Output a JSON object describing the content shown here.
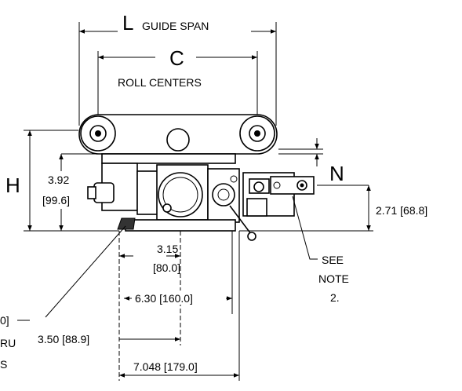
{
  "labels": {
    "L": "L",
    "guide_span": "GUIDE SPAN",
    "C": "C",
    "roll_centers": "ROLL CENTERS",
    "H": "H",
    "N": "N",
    "dim_3_92": "3.92",
    "dim_99_6": "[99.6]",
    "dim_2_71": "2.71 [68.8]",
    "dim_3_15": "3.15",
    "dim_80_0": "[80.0]",
    "dim_6_30": "6.30 [160.0]",
    "dim_3_50": "3.50 [88.9]",
    "dim_7_048": "7.048 [179.0]",
    "see": "SEE",
    "note": "NOTE",
    "note_num": "2.",
    "left_callout_1": "0]",
    "left_callout_2": "RU",
    "left_callout_3": "S"
  }
}
